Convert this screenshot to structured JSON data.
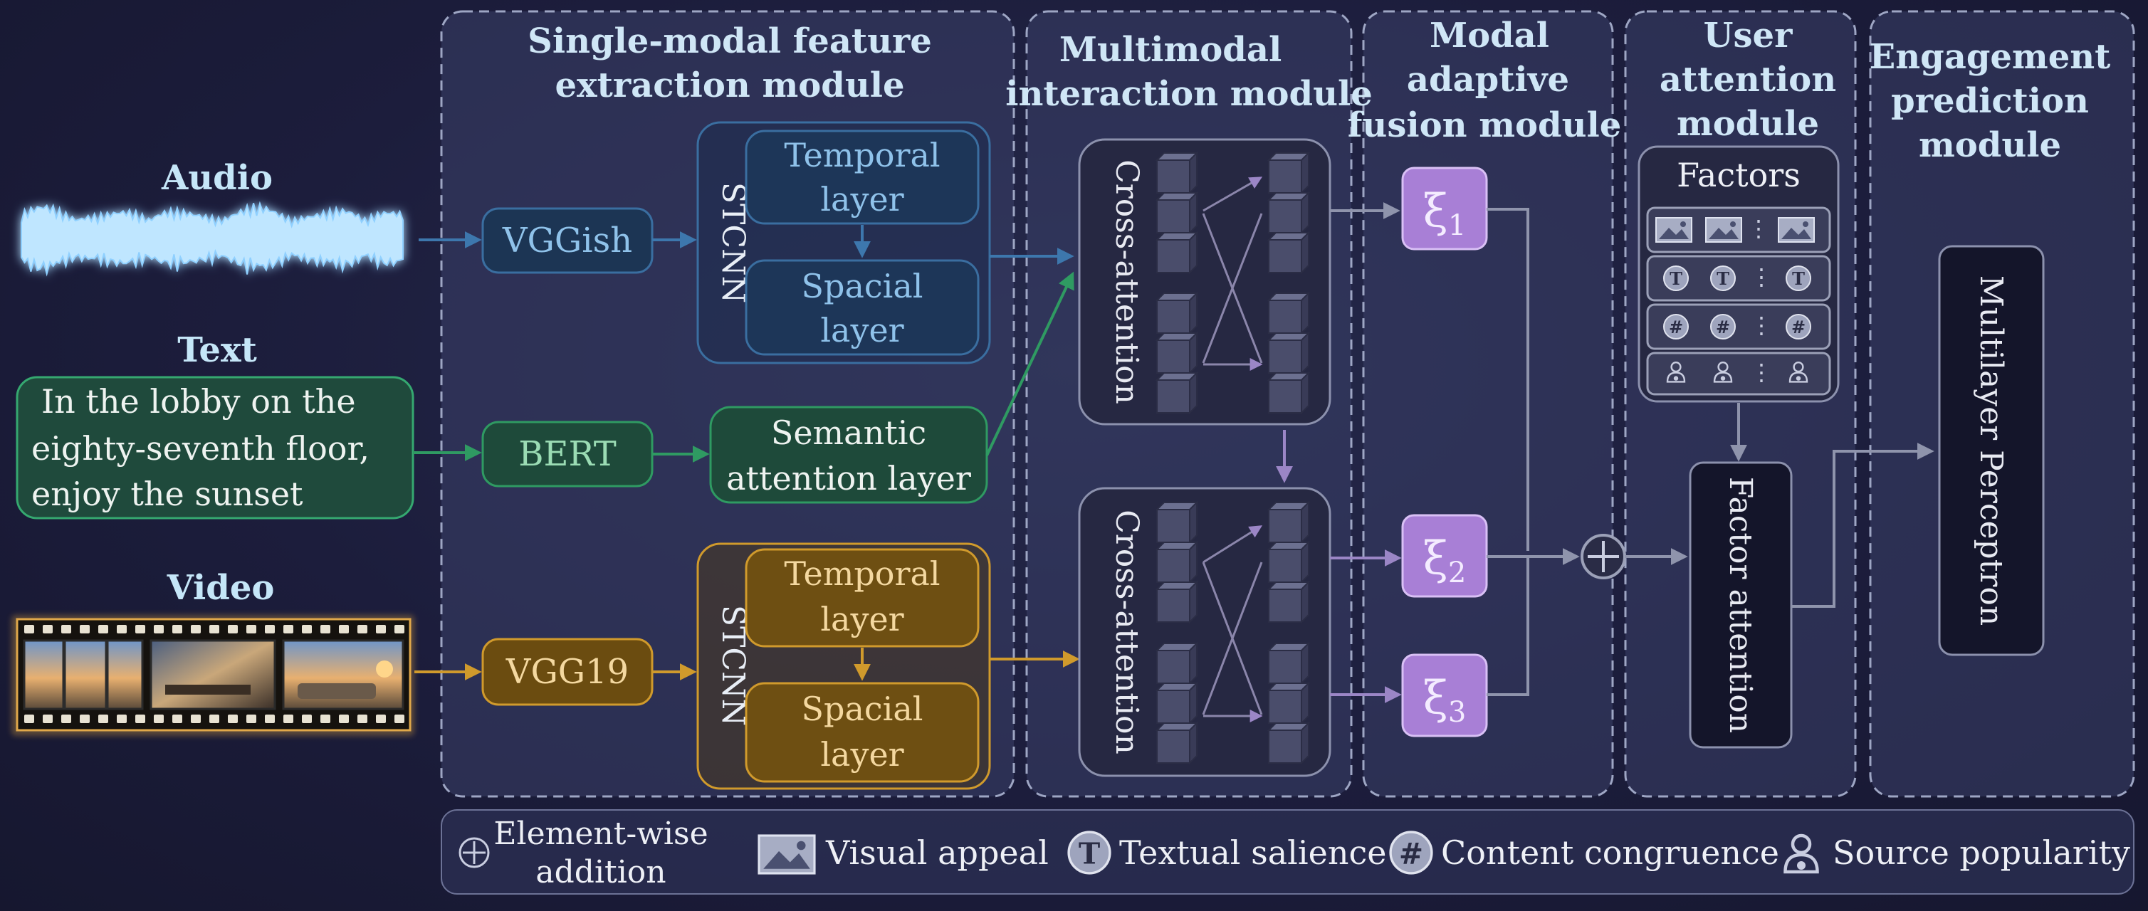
{
  "modules": {
    "single_modal": [
      "Single-modal feature",
      "extraction module"
    ],
    "multimodal": [
      "Multimodal",
      "interaction module"
    ],
    "fusion": [
      "Modal",
      "adaptive",
      "fusion module"
    ],
    "user_attention": [
      "User",
      "attention",
      "module"
    ],
    "engagement": [
      "Engagement",
      "prediction",
      "module"
    ]
  },
  "inputs": {
    "audio_label": "Audio",
    "text_label": "Text",
    "text_content": [
      "In the lobby on the",
      "eighty-seventh floor,",
      "enjoy the sunset"
    ],
    "video_label": "Video"
  },
  "encoders": {
    "vggish": "VGGish",
    "bert": "BERT",
    "vgg19": "VGG19"
  },
  "stcnn": {
    "label": "STCNN",
    "temporal": [
      "Temporal",
      "layer"
    ],
    "spacial": [
      "Spacial",
      "layer"
    ]
  },
  "semantic_attention": [
    "Semantic",
    "attention layer"
  ],
  "cross_attention": "Cross-attention",
  "fusion_weights": [
    {
      "symbol": "ξ",
      "sub": "1"
    },
    {
      "symbol": "ξ",
      "sub": "2"
    },
    {
      "symbol": "ξ",
      "sub": "3"
    }
  ],
  "factors": {
    "title": "Factors",
    "ellipsis": "⋮"
  },
  "factor_attention": "Factor attention",
  "mlp": "Multilayer Perceptron",
  "legend": {
    "addition": [
      "Element-wise",
      "addition"
    ],
    "visual": "Visual appeal",
    "textual": "Textual salience",
    "content": "Content congruence",
    "source": "Source popularity"
  },
  "colors": {
    "audio": "#3a6ea0",
    "text": "#2f9a62",
    "video": "#d09a2c",
    "fusion": "#b98ce6",
    "neutral": "#9aa0b8"
  }
}
